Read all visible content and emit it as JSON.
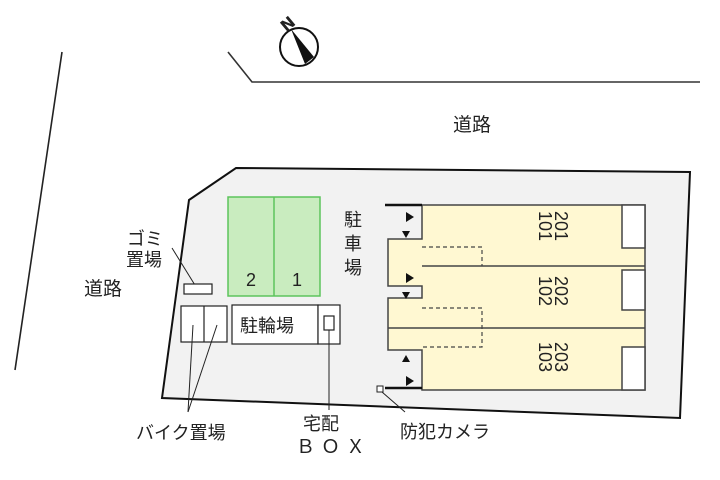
{
  "map": {
    "compass": {
      "label": "N",
      "icon": "north-arrow-icon"
    },
    "roads": [
      {
        "id": "north",
        "label": "道路"
      },
      {
        "id": "west",
        "label": "道路"
      }
    ],
    "parking": {
      "label_lines": [
        "駐",
        "車",
        "場"
      ],
      "spaces": [
        {
          "number": "2"
        },
        {
          "number": "1"
        }
      ],
      "fill_color": "#c9ecbf",
      "stroke_color": "#5cc45c"
    },
    "building": {
      "fill_color": "#fff8d2",
      "units": [
        {
          "upper": "201",
          "lower": "101"
        },
        {
          "upper": "202",
          "lower": "102"
        },
        {
          "upper": "203",
          "lower": "103"
        }
      ]
    },
    "facilities": {
      "garbage": {
        "label_lines": [
          "ゴミ",
          "置場"
        ]
      },
      "bicycle": {
        "label": "駐輪場"
      },
      "bike": {
        "label": "バイク置場"
      },
      "delivery_box": {
        "label_lines": [
          "宅配",
          "ＢＯＸ"
        ]
      },
      "camera": {
        "label": "防犯カメラ"
      }
    },
    "lot_fill_color": "#f2f2f2"
  }
}
